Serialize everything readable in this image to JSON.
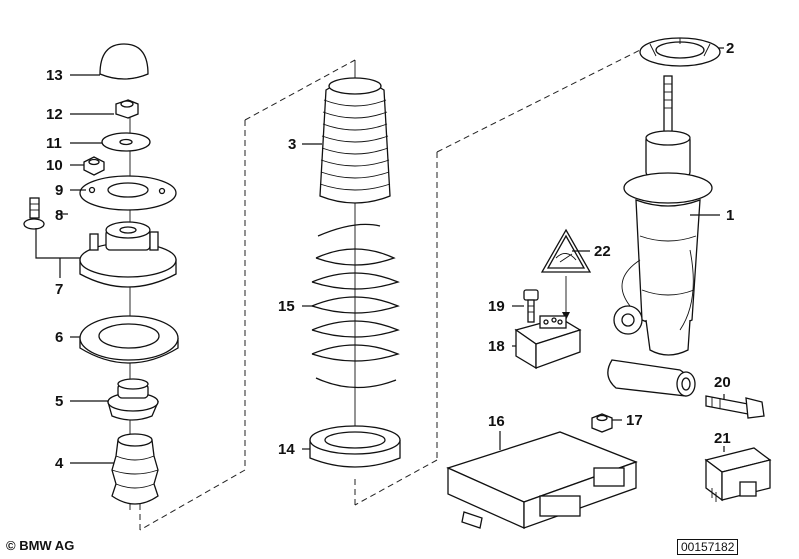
{
  "labels": {
    "p1": "1",
    "p2": "2",
    "p3": "3",
    "p4": "4",
    "p5": "5",
    "p6": "6",
    "p7": "7",
    "p8": "8",
    "p9": "9",
    "p10": "10",
    "p11": "11",
    "p12": "12",
    "p13": "13",
    "p14": "14",
    "p15": "15",
    "p16": "16",
    "p17": "17",
    "p18": "18",
    "p19": "19",
    "p20": "20",
    "p21": "21",
    "p22": "22"
  },
  "footer": {
    "copyright": "© BMW AG",
    "reference": "00157182"
  }
}
